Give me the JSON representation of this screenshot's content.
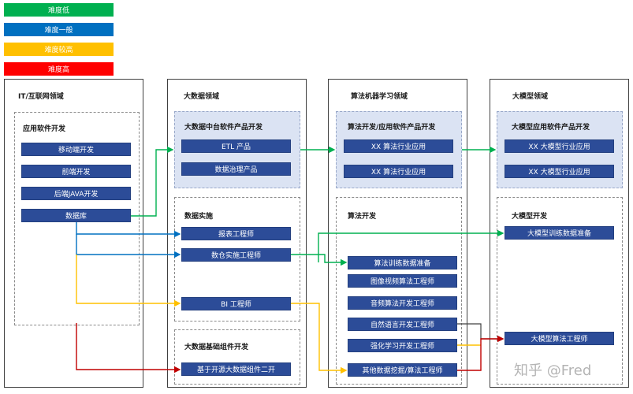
{
  "legend": [
    {
      "label": "难度低",
      "color": "#00b050"
    },
    {
      "label": "难度一般",
      "color": "#0070c0"
    },
    {
      "label": "难度较高",
      "color": "#ffc000"
    },
    {
      "label": "难度高",
      "color": "#ff0000"
    }
  ],
  "columns": {
    "it": {
      "title": "IT/互联网领域",
      "group_title": "应用软件开发",
      "items": [
        "移动端开发",
        "前端开发",
        "后端JAVA开发",
        "数据库"
      ]
    },
    "bigdata": {
      "title": "大数据领域",
      "groups": [
        {
          "title": "大数据中台软件产品开发",
          "items": [
            "ETL 产品",
            "数据治理产品"
          ]
        },
        {
          "title": "数据实施",
          "items": [
            "报表工程师",
            "数仓实施工程师",
            "BI 工程师"
          ]
        },
        {
          "title": "大数据基础组件开发",
          "items": [
            "基于开源大数据组件二开"
          ]
        }
      ]
    },
    "ml": {
      "title": "算法机器学习领域",
      "groups": [
        {
          "title": "算法开发/应用软件产品开发",
          "items": [
            "XX 算法行业应用",
            "XX 算法行业应用"
          ]
        },
        {
          "title": "算法开发",
          "items": [
            "算法训练数据准备",
            "图像视频算法工程师",
            "音频算法开发工程师",
            "自然语言开发工程师",
            "强化学习开发工程师",
            "其他数据挖掘/算法工程师"
          ]
        }
      ]
    },
    "llm": {
      "title": "大模型领域",
      "groups": [
        {
          "title": "大模型应用软件产品开发",
          "items": [
            "XX 大模型行业应用",
            "XX 大模型行业应用"
          ]
        },
        {
          "title": "大模型开发",
          "items": [
            "大模型训练数据准备",
            "大模型算法工程师"
          ]
        }
      ]
    }
  },
  "colors": {
    "green": "#00b050",
    "blue": "#0070c0",
    "yellow": "#ffc000",
    "red": "#c00000",
    "dark": "#404040",
    "box": "#2c4c98"
  },
  "watermark": "知乎 @Fred"
}
